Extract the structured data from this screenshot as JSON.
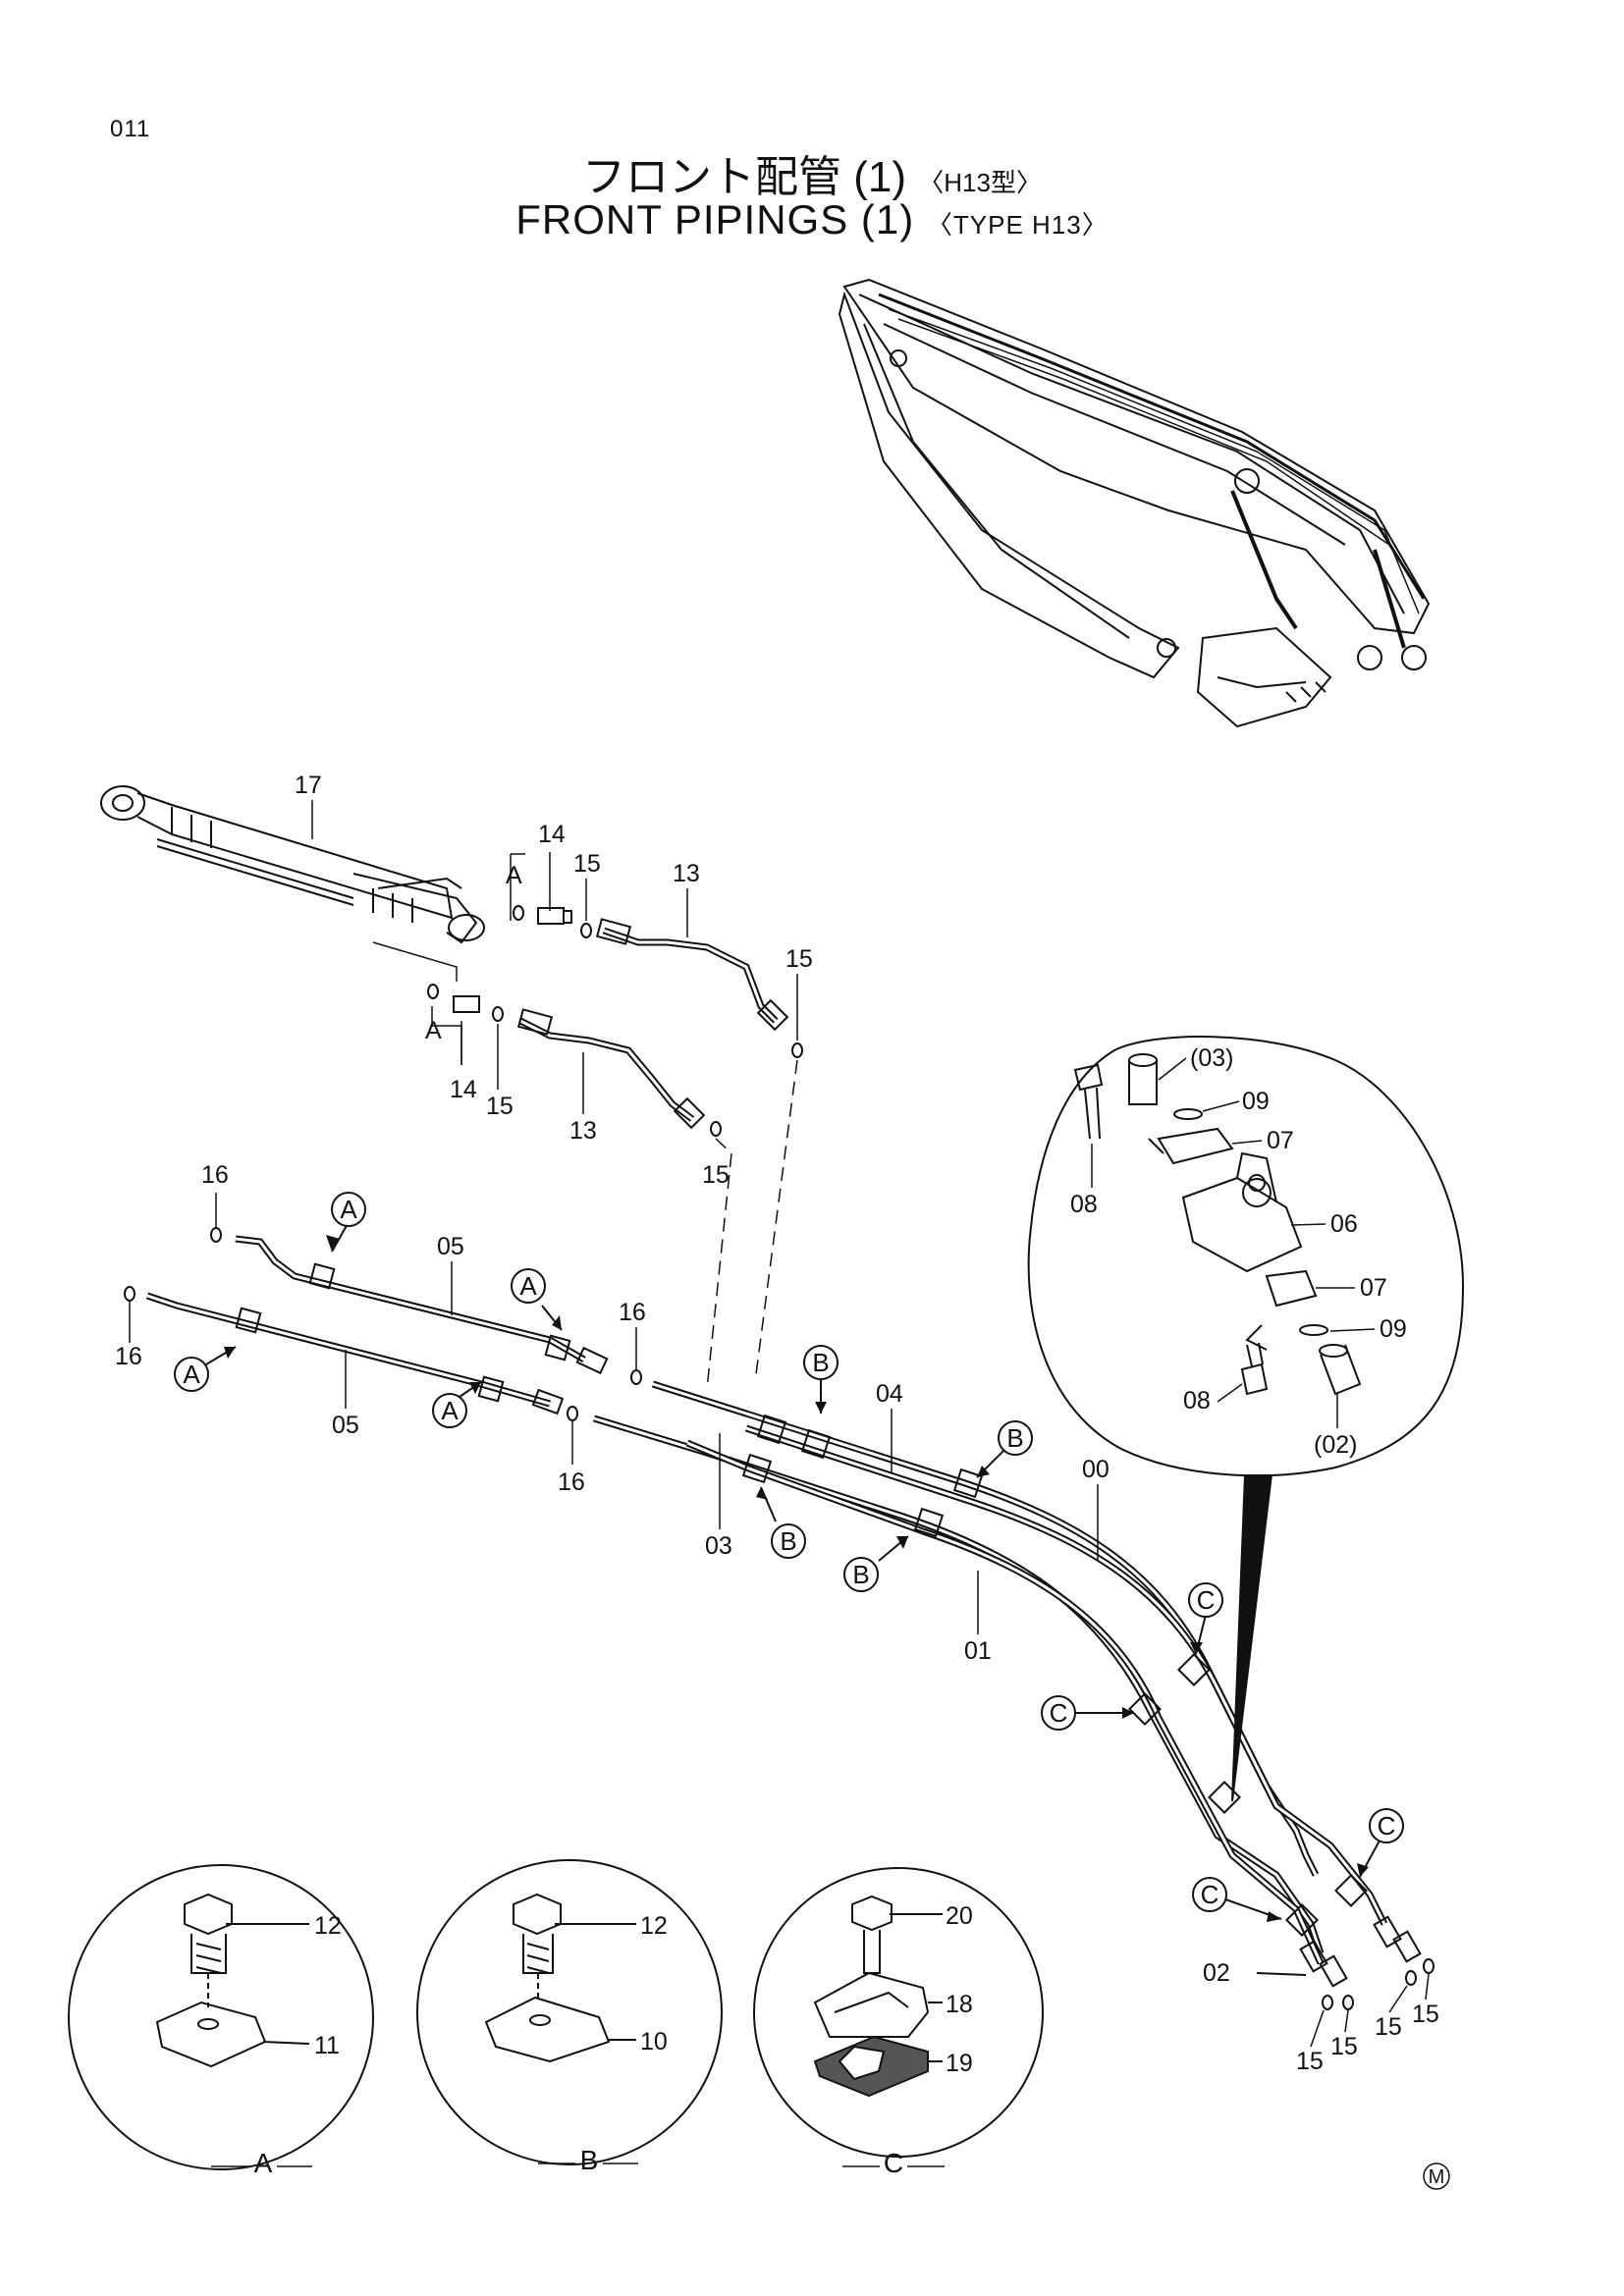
{
  "page_number": "011",
  "title_jp": "フロント配管 (1)",
  "title_jp_type": "〈H13型〉",
  "title_en": "FRONT PIPINGS (1)",
  "title_en_type": "〈TYPE H13〉",
  "callouts": {
    "p00": "00",
    "p01": "01",
    "p02": "02",
    "p03": "03",
    "p04": "04",
    "p05": "05",
    "p06": "06",
    "p07": "07",
    "p08": "08",
    "p09": "09",
    "p10": "10",
    "p11": "11",
    "p12": "12",
    "p13": "13",
    "p14": "14",
    "p15": "15",
    "p16": "16",
    "p17": "17",
    "p18": "18",
    "p19": "19",
    "p20": "20",
    "p02_ref": "(02)",
    "p03_ref": "(03)"
  },
  "clamp_refs": {
    "A": "A",
    "B": "B",
    "C": "C"
  },
  "detail_labels": {
    "A": "A",
    "B": "B",
    "C": "C"
  },
  "marker": "M"
}
